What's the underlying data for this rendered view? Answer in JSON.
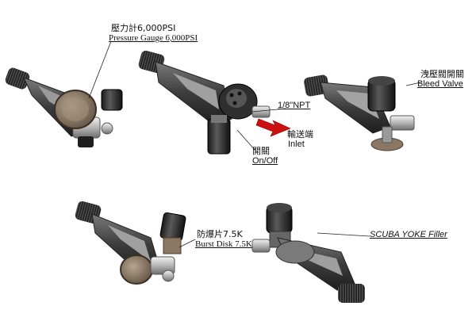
{
  "labels": {
    "pressure_gauge": {
      "zh": "壓力計6,000PSI",
      "en": "Pressure Gauge 6,000PSI"
    },
    "npt": {
      "text": "1/8\"NPT"
    },
    "outlet": {
      "zh": "輸送端",
      "en": "Inlet"
    },
    "on_off": {
      "zh": "開關",
      "en": "On/Off"
    },
    "bleed_valve": {
      "zh": "洩壓閥開關",
      "en": "Bleed Valve"
    },
    "burst_disk": {
      "zh": "防爆片7.5K",
      "en": "Burst Disk 7.5K"
    },
    "scuba_yoke": {
      "en": "SCUBA YOKE Filler"
    }
  },
  "colors": {
    "body_dark": "#3a3a3a",
    "body_mid": "#6b6b6b",
    "chrome": "#bfbfbf",
    "gauge_face": "#8c7a66",
    "arrow_red": "#cc1111"
  }
}
